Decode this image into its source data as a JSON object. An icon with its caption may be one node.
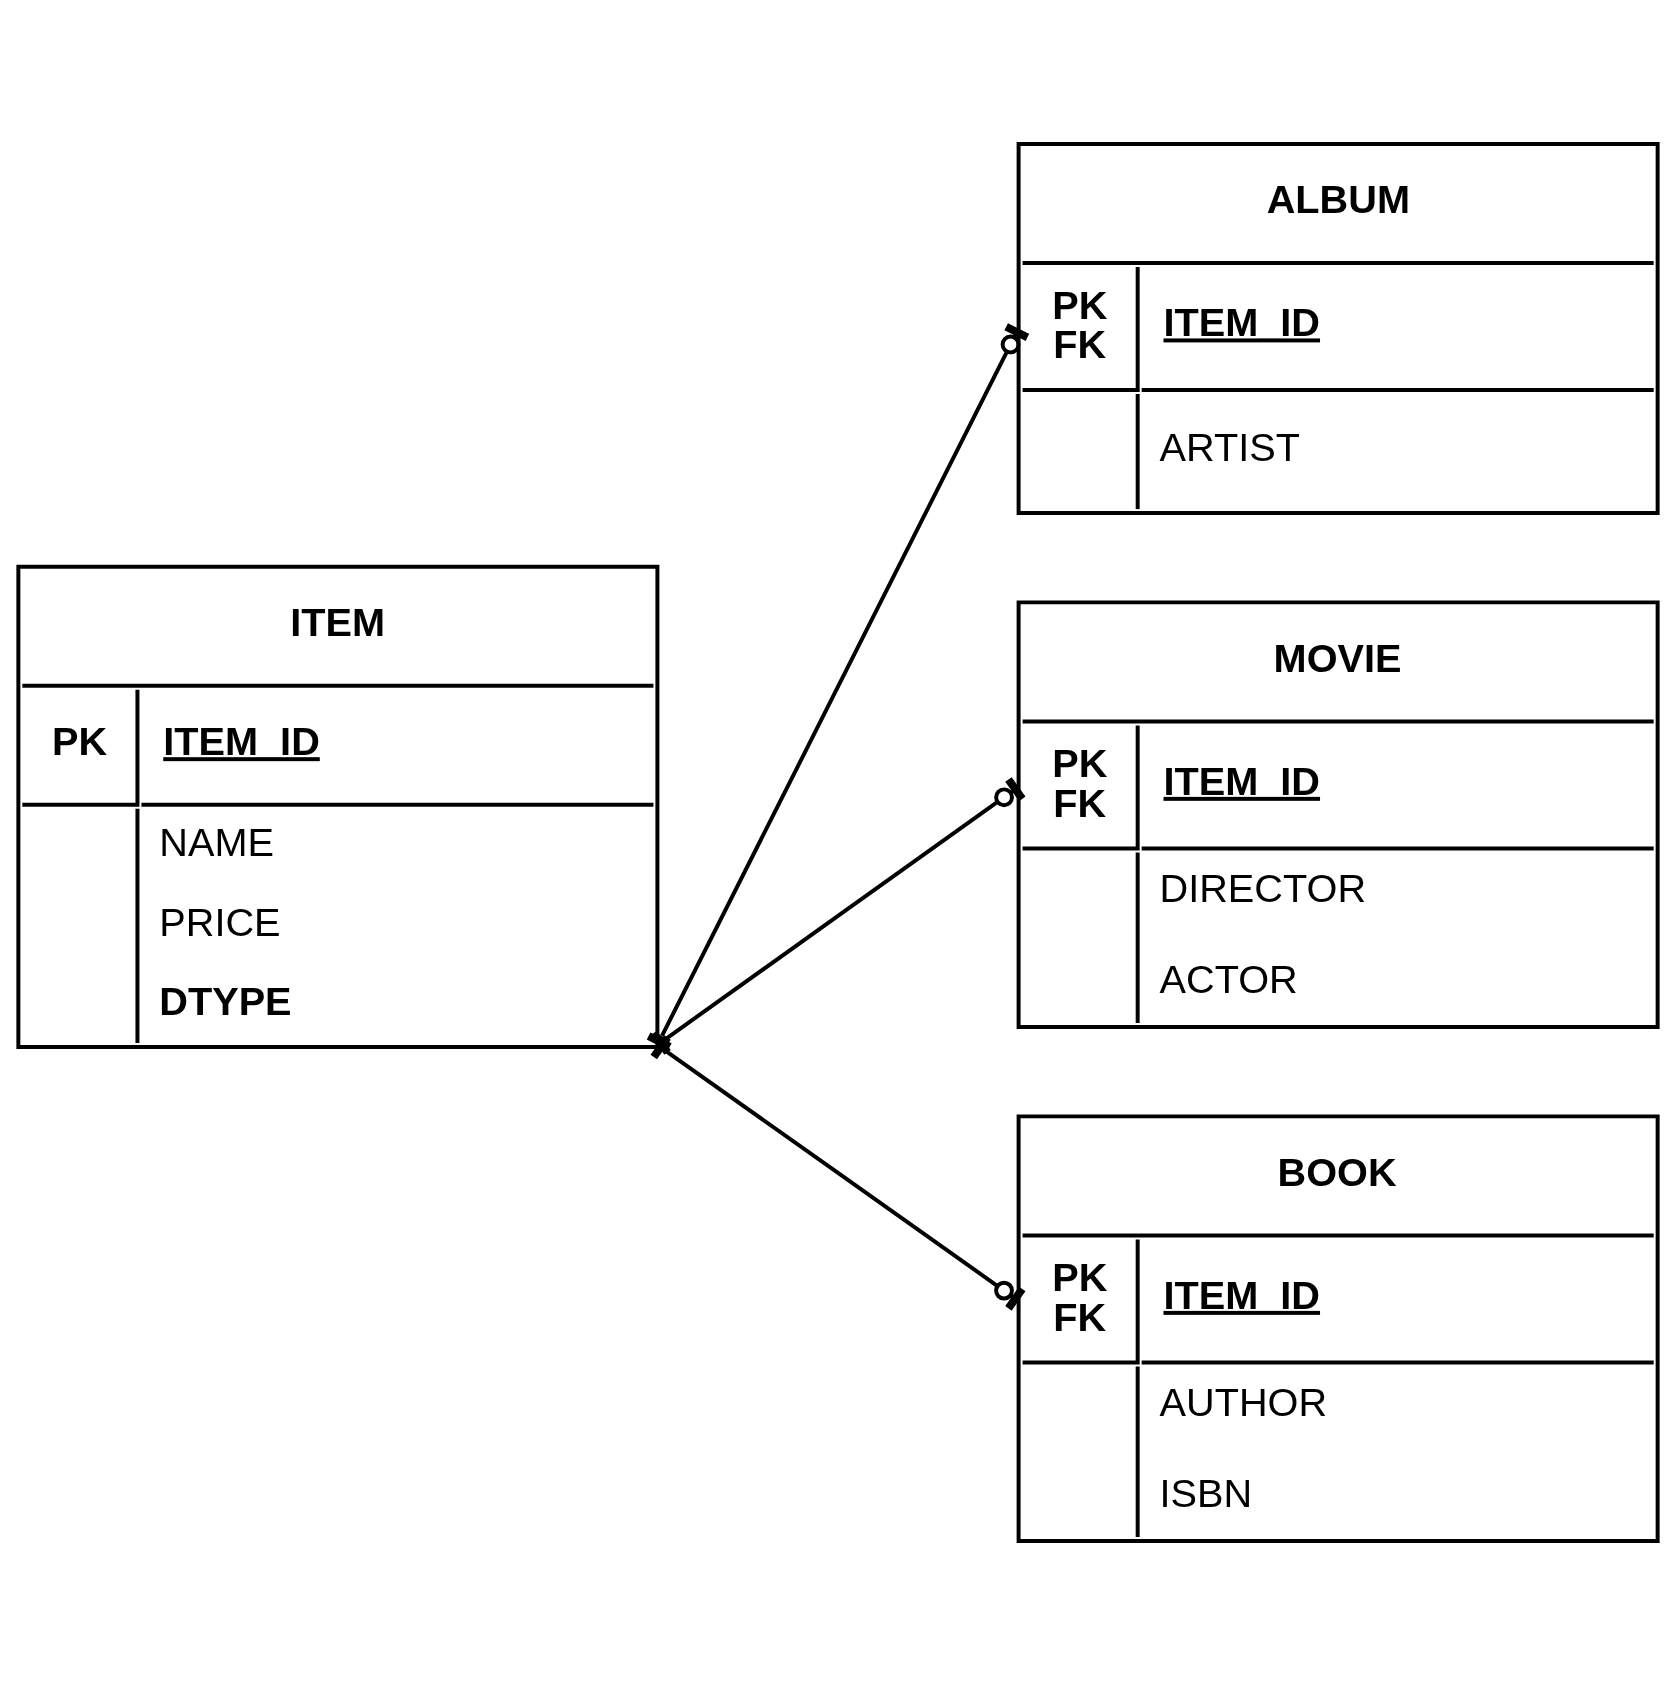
{
  "diagram": {
    "nodes": [
      {
        "text": [
          "ITEM",
          "PK",
          "ITEM_ID",
          "NAME",
          "PRICE",
          "DTYPE"
        ]
      },
      {
        "text": [
          "ALBUM",
          "PK",
          "FK",
          "ITEM_ID",
          "ARTIST"
        ]
      },
      {
        "text": [
          "MOVIE",
          "PK",
          "FK",
          "ITEM_ID",
          "DIRECTOR",
          "ACTOR"
        ]
      },
      {
        "text": [
          "BOOK",
          "PK",
          "FK",
          "ITEM_ID",
          "AUTHOR",
          "ISBN"
        ]
      }
    ],
    "edges": [
      {
        "from": 0,
        "to": 1,
        "arrow": "other"
      },
      {
        "from": 0,
        "to": 2,
        "arrow": "other"
      },
      {
        "from": 0,
        "to": 3,
        "arrow": "other"
      }
    ]
  }
}
